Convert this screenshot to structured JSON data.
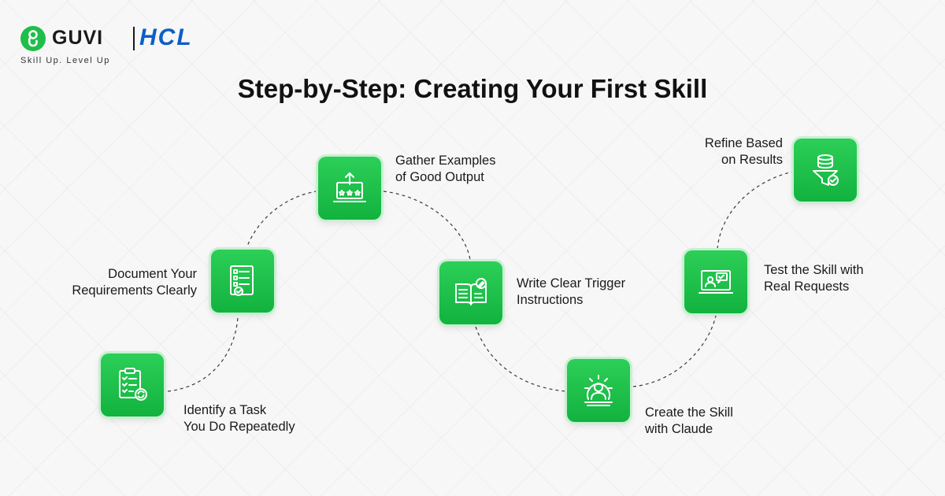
{
  "brand": {
    "name": "GUVI",
    "partner": "HCL",
    "tagline": "Skill Up. Level Up",
    "colors": {
      "green": "#1fbe4a",
      "hcl_blue": "#0b5fc7"
    }
  },
  "title": "Step-by-Step: Creating Your First Skill",
  "steps": [
    {
      "icon": "clipboard-checklist-icon",
      "line1": "Identify a Task",
      "line2": "You Do Repeatedly"
    },
    {
      "icon": "document-checklist-icon",
      "line1": "Document Your",
      "line2": "Requirements Clearly"
    },
    {
      "icon": "laptop-upload-stars-icon",
      "line1": "Gather Examples",
      "line2": "of Good Output"
    },
    {
      "icon": "open-book-pen-icon",
      "line1": "Write Clear Trigger",
      "line2": "Instructions"
    },
    {
      "icon": "gear-person-icon",
      "line1": "Create the Skill",
      "line2": "with Claude"
    },
    {
      "icon": "monitor-chat-user-icon",
      "line1": "Test the Skill with",
      "line2": "Real Requests"
    },
    {
      "icon": "database-filter-check-icon",
      "line1": "Refine Based",
      "line2": "on Results"
    }
  ]
}
